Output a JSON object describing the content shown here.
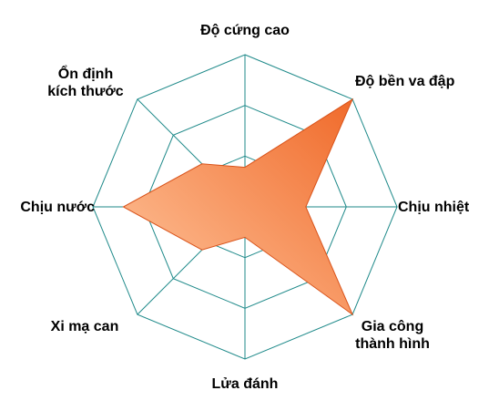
{
  "chart_data": {
    "type": "radar",
    "title": "",
    "axes": [
      {
        "label": [
          "Độ cứng cao"
        ]
      },
      {
        "label": [
          "Độ bền va đập"
        ]
      },
      {
        "label": [
          "Chịu nhiệt"
        ]
      },
      {
        "label": [
          "Gia công",
          "thành hình"
        ]
      },
      {
        "label": [
          "Lửa đánh"
        ]
      },
      {
        "label": [
          "Xi mạ can"
        ]
      },
      {
        "label": [
          "Chịu nước"
        ]
      },
      {
        "label": [
          "Ổn định",
          "kích thước"
        ]
      }
    ],
    "series": [
      {
        "values": [
          1.3,
          5.0,
          2.0,
          5.0,
          1.0,
          2.0,
          4.0,
          2.0
        ]
      }
    ],
    "range": [
      0,
      5
    ],
    "rings": 3,
    "grid": true,
    "colors": {
      "grid": "#1f8a8a",
      "fill_light": "#ffc8a0",
      "fill_dark": "#f06a2a",
      "stroke": "#d9531a"
    }
  }
}
